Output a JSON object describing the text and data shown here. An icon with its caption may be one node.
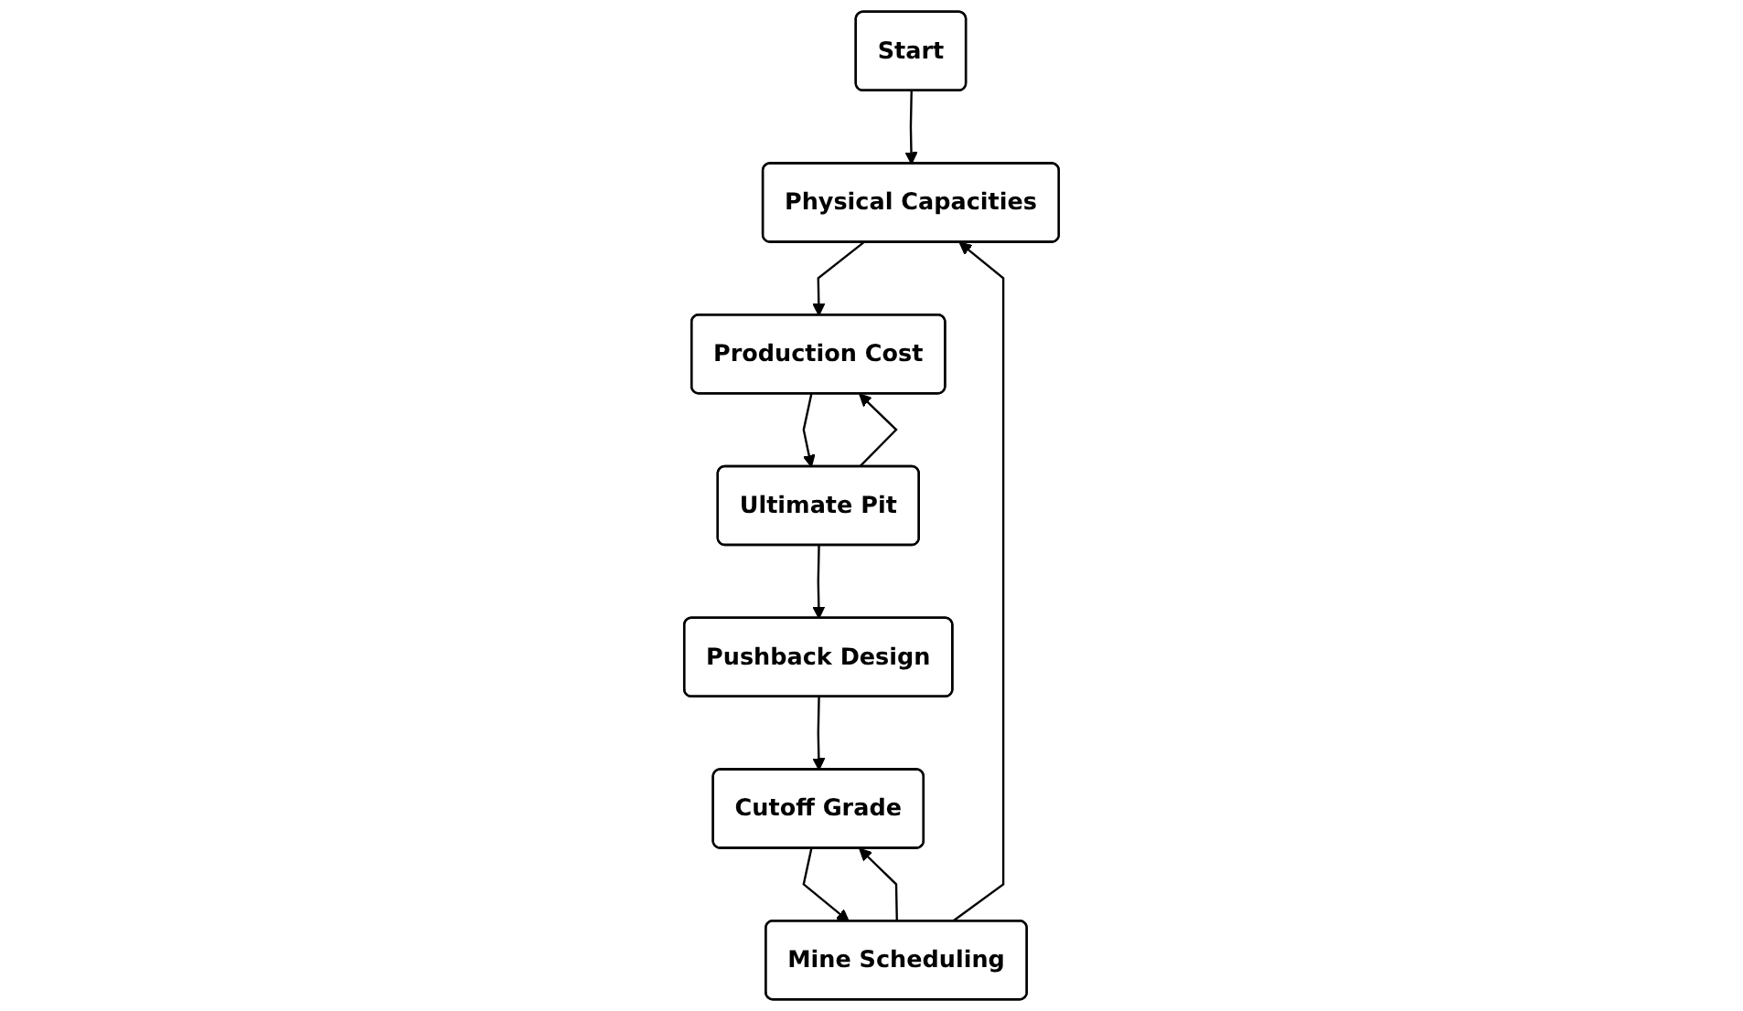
{
  "diagram": {
    "nodes": [
      {
        "text": [
          "Start"
        ]
      },
      {
        "text": [
          "Physical Capacities"
        ]
      },
      {
        "text": [
          "Production Cost"
        ]
      },
      {
        "text": [
          "Ultimate Pit"
        ]
      },
      {
        "text": [
          "Pushback Design"
        ]
      },
      {
        "text": [
          "Cutoff Grade"
        ]
      },
      {
        "text": [
          "Mine Scheduling"
        ]
      }
    ],
    "edges": [
      {
        "from": 0,
        "to": 1,
        "arrow": "to"
      },
      {
        "from": 1,
        "to": 2,
        "arrow": "to"
      },
      {
        "from": 2,
        "to": 3,
        "arrow": "to"
      },
      {
        "from": 3,
        "to": 2,
        "arrow": "to"
      },
      {
        "from": 3,
        "to": 4,
        "arrow": "to"
      },
      {
        "from": 4,
        "to": 5,
        "arrow": "to"
      },
      {
        "from": 5,
        "to": 6,
        "arrow": "to"
      },
      {
        "from": 6,
        "to": 5,
        "arrow": "to"
      },
      {
        "from": 6,
        "to": 1,
        "arrow": "to"
      }
    ]
  }
}
